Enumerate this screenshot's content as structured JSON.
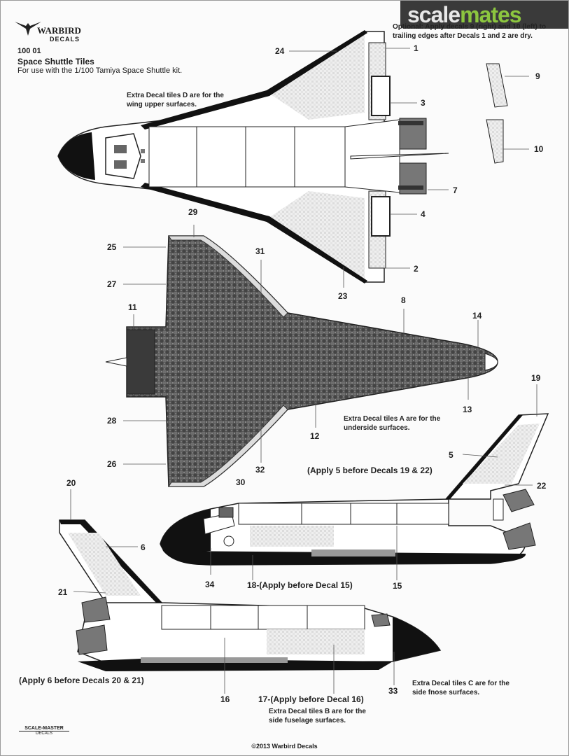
{
  "watermark": {
    "part1": "scale",
    "part2": "mates",
    "color1": "#e8e8e8",
    "color2": "#8cc63f"
  },
  "brand": {
    "name_mark": "WARBIRD",
    "sub_mark": "DECALS"
  },
  "header": {
    "code": "100 01",
    "title": "Space Shuttle Tiles",
    "subtitle": "For use with the 1/100 Tamiya Space Shuttle kit."
  },
  "notes": {
    "optional": "Optional: Apply decals 9 (right) and 10 (left) to trailing edges after Decals 1 and 2 are dry.",
    "tiles_d": "Extra Decal tiles D are for the wing upper surfaces.",
    "tiles_a": "Extra Decal tiles A are for the underside surfaces.",
    "tiles_c": "Extra Decal tiles C are for the side fnose surfaces.",
    "tiles_b": "Extra Decal tiles B are for the side fuselage surfaces."
  },
  "callouts": {
    "apply5": "(Apply 5 before Decals 19 & 22)",
    "apply6": "(Apply 6 before Decals 20 & 21)",
    "apply18": "18-(Apply before Decal 15)",
    "apply17": "17-(Apply before Decal 16)"
  },
  "numbers": {
    "n1": "1",
    "n2": "2",
    "n3": "3",
    "n4": "4",
    "n5": "5",
    "n6": "6",
    "n7": "7",
    "n8": "8",
    "n9": "9",
    "n10": "10",
    "n11": "11",
    "n12": "12",
    "n13": "13",
    "n14": "14",
    "n15": "15",
    "n16": "16",
    "n19": "19",
    "n20": "20",
    "n21": "21",
    "n22": "22",
    "n23": "23",
    "n24": "24",
    "n25": "25",
    "n26": "26",
    "n27": "27",
    "n28": "28",
    "n29": "29",
    "n30": "30",
    "n31": "31",
    "n32": "32",
    "n33": "33",
    "n34": "34"
  },
  "footer": {
    "scalemaster_top": "SCALE-MASTER",
    "scalemaster_bottom": "DECALS",
    "copyright": "©2013 Warbird Decals"
  }
}
